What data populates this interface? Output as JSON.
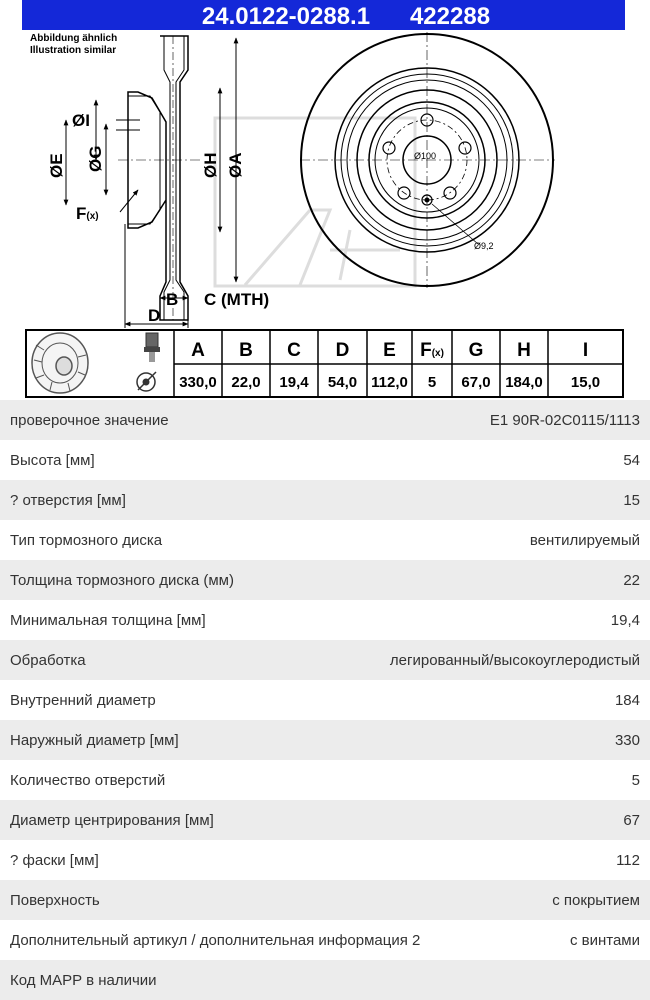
{
  "header": {
    "part_number": "24.0122-0288.1",
    "short_number": "422288"
  },
  "drawing": {
    "note_de": "Abbildung ähnlich",
    "note_en": "Illustration similar",
    "labels": {
      "I": "ØI",
      "E": "ØE",
      "G": "ØG",
      "H": "ØH",
      "A": "ØA",
      "F": "F",
      "F_sub": "(x)",
      "B": "B",
      "C": "C (MTH)",
      "D": "D"
    },
    "front": {
      "pcd": "Ø100",
      "hole": "Ø9,2"
    }
  },
  "dimension_table": {
    "headers": [
      "A",
      "B",
      "C",
      "D",
      "E",
      "F",
      "G",
      "H",
      "I"
    ],
    "f_sub": "(x)",
    "values": [
      "330,0",
      "22,0",
      "19,4",
      "54,0",
      "112,0",
      "5",
      "67,0",
      "184,0",
      "15,0"
    ]
  },
  "specs": [
    {
      "label": "проверочное значение",
      "value": "E1 90R-02C0115/1113"
    },
    {
      "label": "Высота [мм]",
      "value": "54"
    },
    {
      "label": "? отверстия [мм]",
      "value": "15"
    },
    {
      "label": "Тип тормозного диска",
      "value": "вентилируемый"
    },
    {
      "label": "Толщина тормозного диска (мм)",
      "value": "22"
    },
    {
      "label": "Минимальная толщина [мм]",
      "value": "19,4"
    },
    {
      "label": "Обработка",
      "value": "легированный/высокоуглеродистый"
    },
    {
      "label": "Внутренний диаметр",
      "value": "184"
    },
    {
      "label": "Наружный диаметр [мм]",
      "value": "330"
    },
    {
      "label": "Количество отверстий",
      "value": "5"
    },
    {
      "label": "Диаметр центрирования [мм]",
      "value": "67"
    },
    {
      "label": "? фаски [мм]",
      "value": "112"
    },
    {
      "label": "Поверхность",
      "value": "с покрытием"
    },
    {
      "label": "Дополнительный артикул / дополнительная информация 2",
      "value": "с винтами"
    },
    {
      "label": "Код MAPP в наличии",
      "value": ""
    }
  ]
}
